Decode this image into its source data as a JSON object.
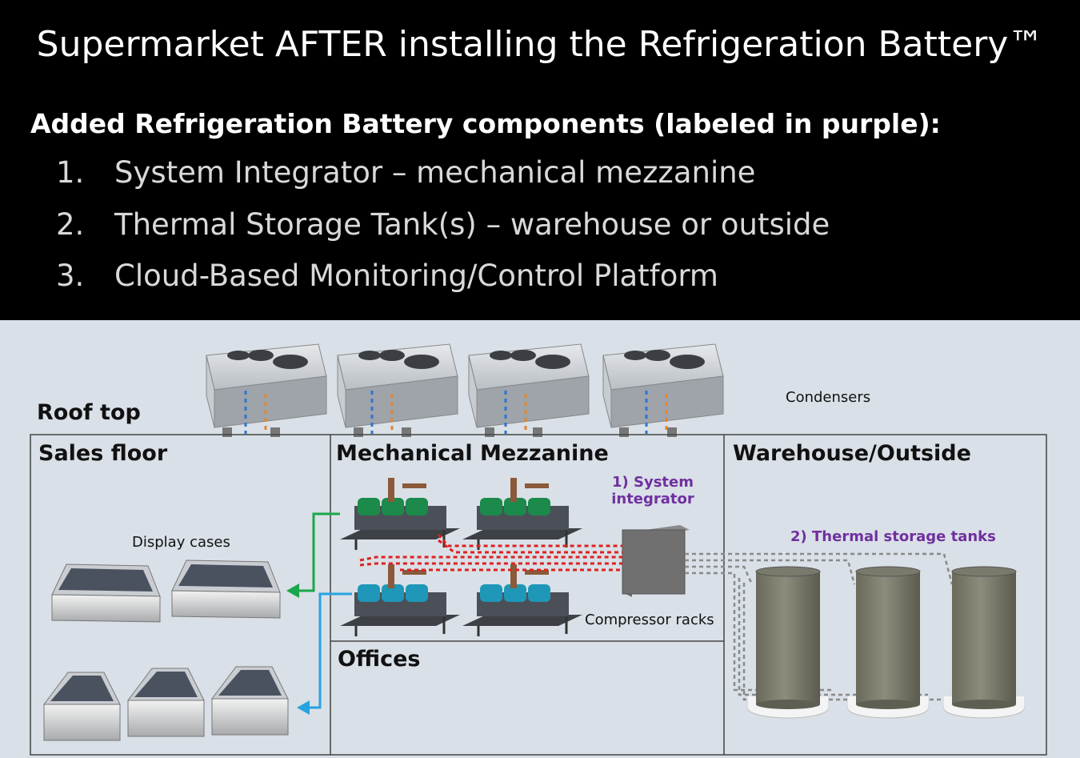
{
  "header": {
    "title": "Supermarket AFTER installing the Refrigeration Battery™",
    "subheading": "Added Refrigeration Battery components (labeled in purple):",
    "items": [
      {
        "num": "1.",
        "text": "System Integrator – mechanical mezzanine"
      },
      {
        "num": "2.",
        "text": "Thermal Storage Tank(s) – warehouse or outside"
      },
      {
        "num": "3.",
        "text": "Cloud-Based Monitoring/Control Platform"
      }
    ]
  },
  "diagram": {
    "roof_label": "Roof top",
    "condensers_label": "Condensers",
    "sales_floor_label": "Sales floor",
    "display_cases_label": "Display cases",
    "mezzanine_label": "Mechanical Mezzanine",
    "system_integrator_label": "1) System integrator",
    "compressor_racks_label": "Compressor racks",
    "offices_label": "Offices",
    "warehouse_label": "Warehouse/Outside",
    "thermal_tanks_label": "2) Thermal storage tanks"
  },
  "colors": {
    "accent_purple": "#7030a0",
    "supply_line_green": "#1aa64b",
    "return_line_blue": "#27a3e0",
    "integrator_line_red": "#e02020",
    "background_gray": "#d9e0e7"
  }
}
